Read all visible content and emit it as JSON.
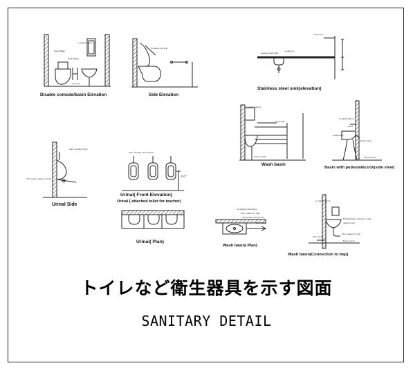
{
  "drawings": {
    "disable_commode": {
      "caption": "Disable comode/basin Elevation",
      "notes": [
        "Looking mirror",
        "Wall Hinge",
        "Wall Hinge",
        "Grip bar"
      ]
    },
    "side_elevation": {
      "caption": "Side Elevation",
      "notes": [
        "Foldable rail grip"
      ]
    },
    "stainless_sink": {
      "caption": "Stainless steel sink(elevation)",
      "notes": [
        "Towel bar",
        "General light sink",
        "Long bar",
        "Bottle trap"
      ]
    },
    "wash_basin": {
      "caption": "Wash basin",
      "notes": [
        "Looking mirror",
        "towel rail",
        "Floor Level",
        "Angle valve"
      ]
    },
    "basin_pedestal": {
      "caption": "Basin with pedestal&cock(side view)",
      "notes": [
        "Looking mirror",
        "shelf",
        "wash basin",
        "Angle valve",
        "Floor Level"
      ]
    },
    "urinal_side": {
      "caption": "Urinal Side",
      "notes": [
        "Auto closing valve",
        "The waste connect to trap"
      ]
    },
    "urinal_front": {
      "caption": "Urinal( Front Elevation)",
      "subcaption": "Urinal ( attached toilet for teacher)",
      "notes": [
        "Auto closing valve sensor",
        "2'-0\""
      ]
    },
    "urinal_plan": {
      "caption": "Urinal( Plan)"
    },
    "wash_basin_plan": {
      "caption": "Wash basin( Plan)",
      "notes": [
        "1st Angle valve(hot)",
        "Tile connect to trap",
        "2nd Angle valve(cold)",
        "Floor Trap"
      ]
    },
    "wash_basin_trap": {
      "caption": "Wash basin(Connection to trap)",
      "notes": [
        "Looking mirror",
        "Flexible pipe connect to sink",
        "Angle valve",
        "The connect to trap",
        "Floor Trap",
        "Floor Level"
      ]
    }
  },
  "title_jp": "トイレなど衛生器具を示す図面",
  "title_en": "SANITARY DETAIL"
}
